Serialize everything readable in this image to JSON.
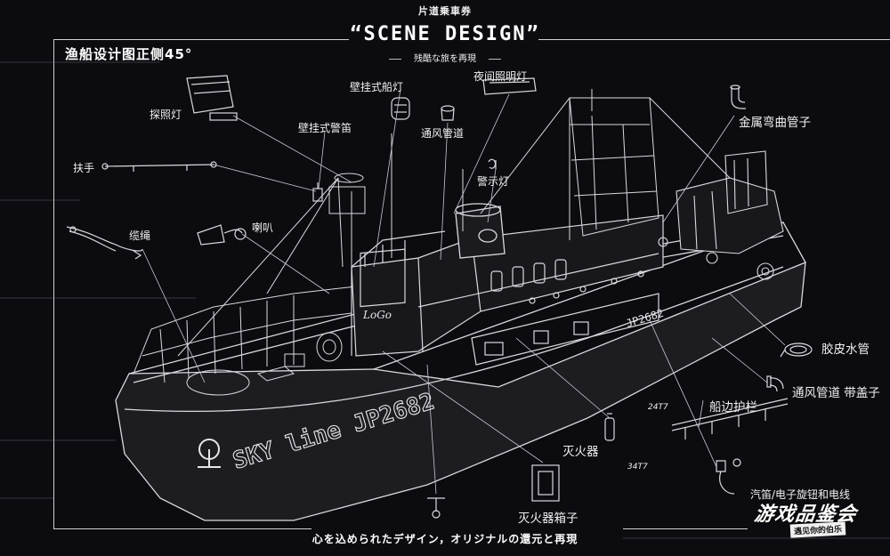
{
  "header": {
    "ticket_text": "片道乗車券",
    "title": "“SCENE DESIGN”",
    "subtitle": "残酷な旅を再現"
  },
  "page_title": "渔船设计图正侧45°",
  "hull_text": "SKY line JP2682",
  "cabin_text": "JP2682",
  "logo_text": "LoGo",
  "parts": {
    "searchlight": "探照灯",
    "handrail": "扶手",
    "cable_rope": "缆绳",
    "horn": "喇叭",
    "wall_siren": "壁挂式警笛",
    "wall_lamp": "壁挂式船灯",
    "vent_pipe": "通风管道",
    "night_light": "夜间照明灯",
    "warning_light": "警示灯",
    "metal_bent_pipe": "金属弯曲管子",
    "rubber_hose": "胶皮水管",
    "vent_pipe_capped": "通风管道 带盖子",
    "side_guardrail": "船边护栏",
    "fire_extinguisher": "灭火器",
    "extinguisher_box": "灭火器箱子",
    "whistle": "汽笛/电子旋钮和电线"
  },
  "sketch_notes": [
    "24T7",
    "34T7"
  ],
  "footer_text": "心を込められたデザイン，オリジナルの還元と再現",
  "brand": {
    "name": "游戏品鉴会",
    "tagline": "遇见你的伯乐"
  },
  "colors": {
    "background": "#0c0b10",
    "line": "#d9d9de",
    "text": "#f0f0f2"
  }
}
